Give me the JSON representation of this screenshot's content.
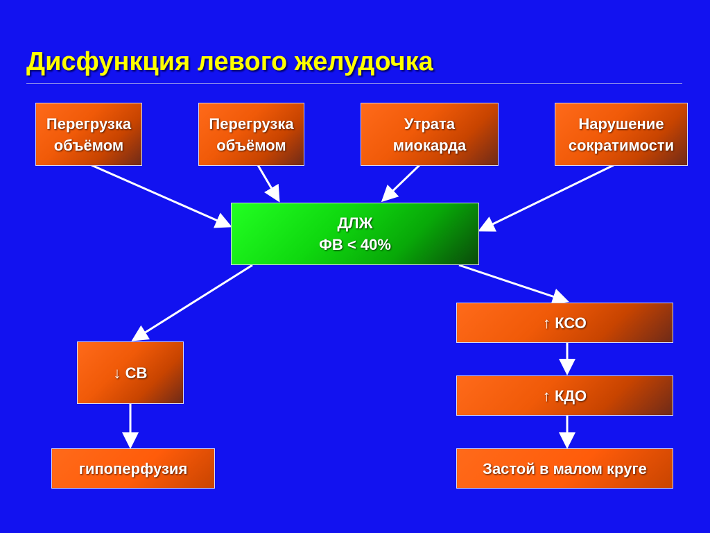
{
  "slide": {
    "title": "Дисфункция левого желудочка"
  },
  "causes": [
    {
      "id": "c1",
      "label": "Перегрузка\nобъёмом"
    },
    {
      "id": "c2",
      "label": "Перегрузка\nобъёмом"
    },
    {
      "id": "c3",
      "label": "Утрата\nмиокарда"
    },
    {
      "id": "c4",
      "label": "Нарушение\nсократимости"
    }
  ],
  "center": {
    "label": "ДЛЖ\nФВ < 40%"
  },
  "left_branch": {
    "cv": "↓ СВ",
    "result": "гипоперфузия"
  },
  "right_branch": {
    "kso": "↑ КСО",
    "kdo": "↑ КДО",
    "result": "Застой в малом круге"
  },
  "colors": {
    "background": "#1212f0",
    "title": "#ffff00",
    "box_orange": "#f05a08",
    "box_green": "#0fd80f",
    "arrow": "#ffffff"
  }
}
